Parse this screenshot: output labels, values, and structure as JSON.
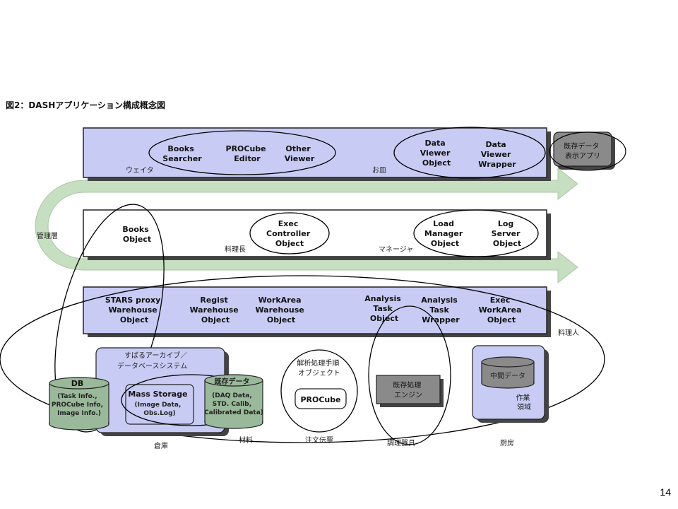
{
  "title": "図2：DASHアプリケーション構成概念図",
  "page_number": "14",
  "colors": {
    "layer_fill": "#c8ccf4",
    "arrow_fill": "#c5dfc0",
    "cylinder_green": "#9ab89a",
    "gray_box": "#8a8a8a",
    "shadow": "#444444"
  },
  "top_layer": {
    "objects": [
      [
        "Books",
        "Searcher"
      ],
      [
        "PROCube",
        "Editor"
      ],
      [
        "Other",
        "Viewer"
      ],
      [
        "Data",
        "Viewer",
        "Object"
      ],
      [
        "Data",
        "Viewer",
        "Wrapper"
      ]
    ],
    "labels": [
      "ウェイタ",
      "お皿"
    ],
    "external_app": [
      "既存データ",
      "表示アプリ"
    ]
  },
  "mid_layer": {
    "objects": [
      [
        "Books",
        "Object"
      ],
      [
        "Exec",
        "Controller",
        "Object"
      ],
      [
        "Load",
        "Manager",
        "Object"
      ],
      [
        "Log",
        "Server",
        "Object"
      ]
    ],
    "labels": [
      "料理長",
      "マネージャ"
    ],
    "side_label": "管理層"
  },
  "bottom_layer": {
    "objects": [
      [
        "STARS proxy",
        "Warehouse",
        "Object"
      ],
      [
        "Regist",
        "Warehouse",
        "Object"
      ],
      [
        "WorkArea",
        "Warehouse",
        "Object"
      ],
      [
        "Analysis",
        "Task",
        "Object"
      ],
      [
        "Analysis",
        "Task",
        "Wrapper"
      ],
      [
        "Exec",
        "WorkArea",
        "Object"
      ]
    ],
    "label": "料理人"
  },
  "storage": {
    "archive_title": [
      "すばるアーカイブ／",
      "データベースシステム"
    ],
    "db": [
      "DB",
      "(Task Info.,",
      "PROCube Info,",
      "Image Info.)"
    ],
    "mass_storage": [
      "Mass Storage",
      "(Image Data,",
      "Obs.Log)"
    ],
    "existing_data": [
      "既存データ",
      "(DAQ Data,",
      "STD. Calib,",
      "Calibrated Data)"
    ],
    "proc_title": [
      "解析処理手順",
      "オブジェクト"
    ],
    "procube": "PROCube",
    "engine": [
      "既存処理",
      "エンジン"
    ],
    "intermediate": "中間データ",
    "work_area": [
      "作業",
      "領域"
    ],
    "captions": [
      "倉庫",
      "材料",
      "注文伝票",
      "調理器具",
      "厨房"
    ]
  }
}
